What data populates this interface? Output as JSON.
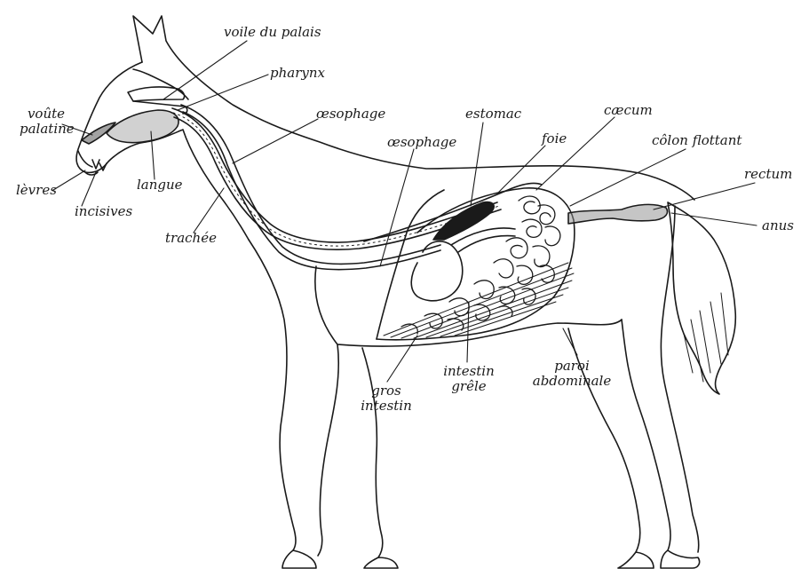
{
  "labels": {
    "voile_du_palais": "voile du palais",
    "pharynx": "pharynx",
    "oesophage_neck": "œsophage",
    "oesophage_body": "œsophage",
    "voute_palatine_1": "voûte",
    "voute_palatine_2": "palatine",
    "levres": "lèvres",
    "incisives": "incisives",
    "langue": "langue",
    "trachee": "trachée",
    "estomac": "estomac",
    "foie": "foie",
    "caecum": "cæcum",
    "colon_flottant": "côlon flottant",
    "rectum": "rectum",
    "anus": "anus",
    "intestin_grele_1": "intestin",
    "intestin_grele_2": "grêle",
    "gros_intestin_1": "gros",
    "gros_intestin_2": "intestin",
    "paroi_abdominale_1": "paroi",
    "paroi_abdominale_2": "abdominale"
  },
  "colors": {
    "ink": "#1a1a1a",
    "background": "#ffffff",
    "organ_shade": "#8c8c8c"
  }
}
